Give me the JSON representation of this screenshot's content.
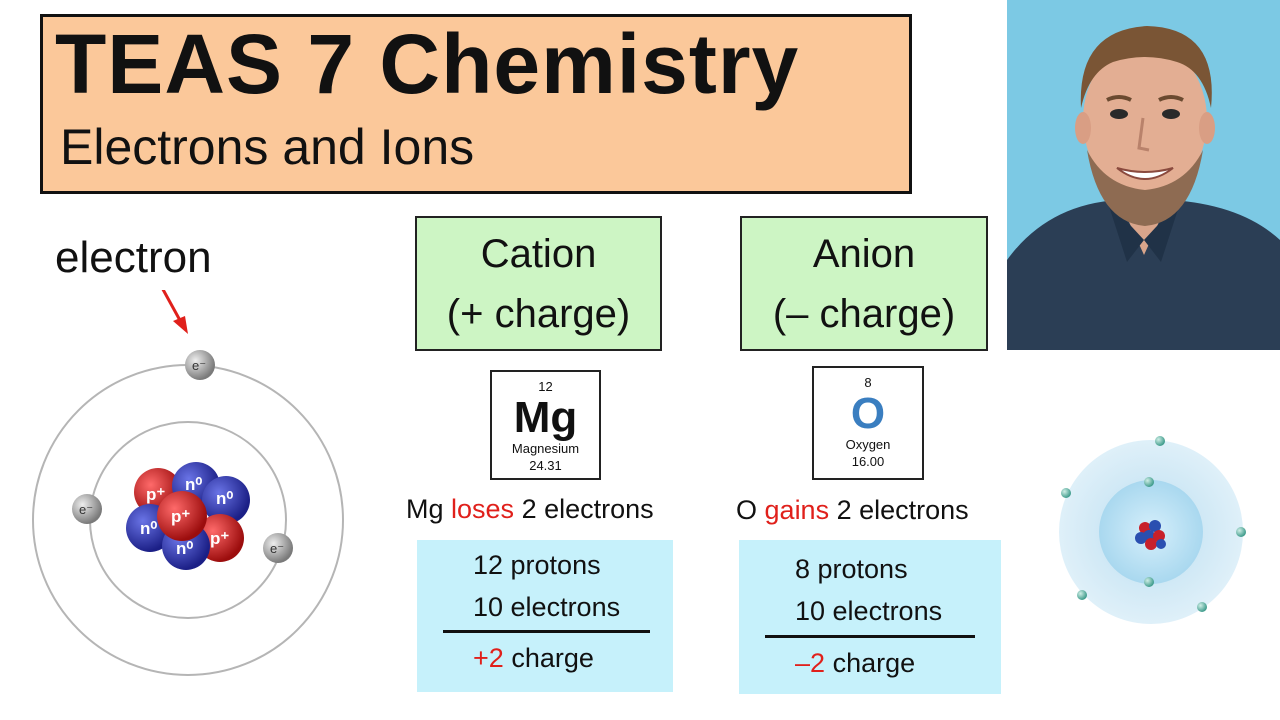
{
  "title": {
    "main": "TEAS 7 Chemistry",
    "subtitle": "Electrons and Ions"
  },
  "atom_diagram": {
    "label": "electron",
    "electron_symbol": "e⁻",
    "proton_symbol": "p⁺",
    "neutron_symbol": "n⁰"
  },
  "cation": {
    "header_line1": "Cation",
    "header_line2": "(+ charge)",
    "element": {
      "number": "12",
      "symbol": "Mg",
      "name": "Magnesium",
      "mass": "24.31"
    },
    "statement": {
      "subject": "Mg",
      "verb": "loses",
      "rest": "2 electrons"
    },
    "calc": {
      "protons": "12 protons",
      "electrons": "10 electrons",
      "charge_sign": "+2",
      "charge_word": "charge"
    }
  },
  "anion": {
    "header_line1": "Anion",
    "header_line2": "(– charge)",
    "element": {
      "number": "8",
      "symbol": "O",
      "name": "Oxygen",
      "mass": "16.00"
    },
    "statement": {
      "subject": "O",
      "verb": "gains",
      "rest": "2 electrons"
    },
    "calc": {
      "protons": "8 protons",
      "electrons": "10 electrons",
      "charge_sign": "–2",
      "charge_word": "charge"
    }
  },
  "colors": {
    "banner": "#fbc89a",
    "header_box": "#cdf5c4",
    "calc_box": "#c6f1fb",
    "accent_red": "#e0201b",
    "oxygen_blue": "#3a7ec0"
  }
}
